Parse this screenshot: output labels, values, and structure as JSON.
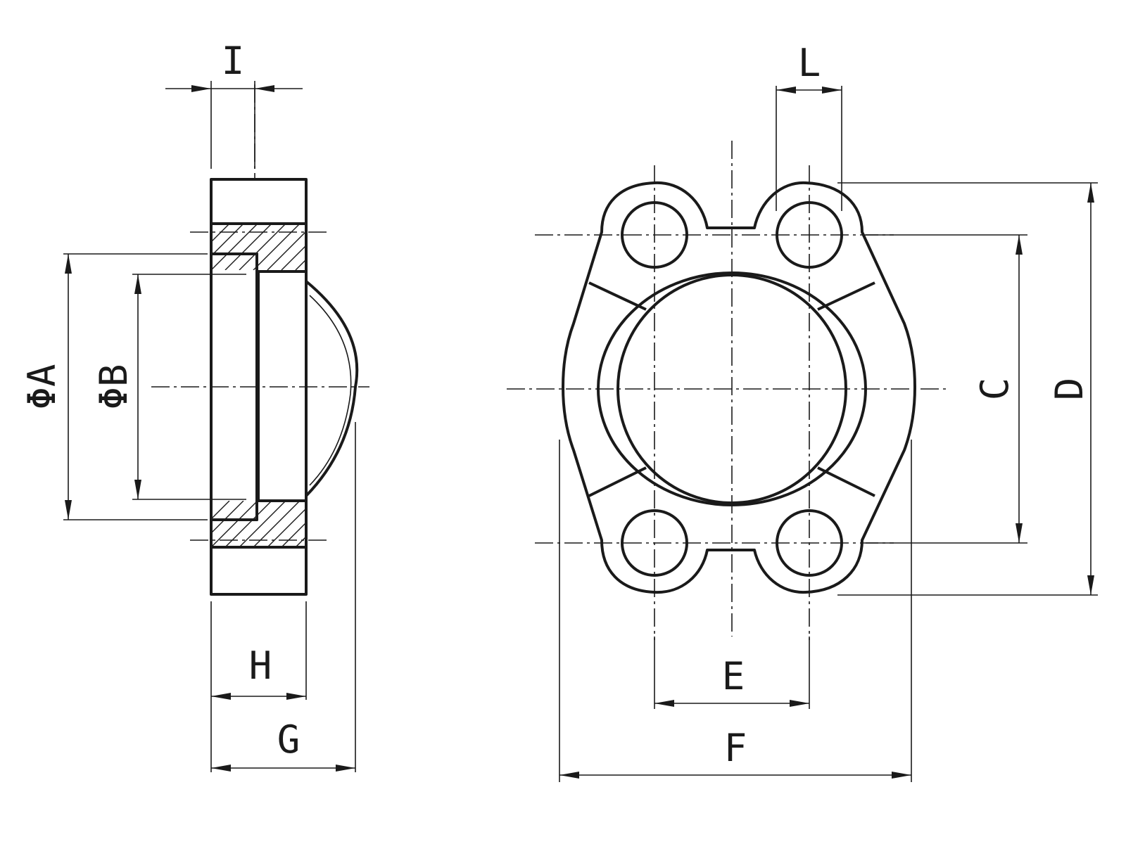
{
  "labels": {
    "side_view": {
      "dim_i": "I",
      "dim_phi_a": "ΦA",
      "dim_phi_b": "ΦB",
      "dim_h": "H",
      "dim_g": "G"
    },
    "front_view": {
      "dim_l": "L",
      "dim_c": "C",
      "dim_d": "D",
      "dim_e": "E",
      "dim_f": "F"
    }
  },
  "colors": {
    "ink": "#1a1a1a",
    "paper": "#ffffff"
  }
}
